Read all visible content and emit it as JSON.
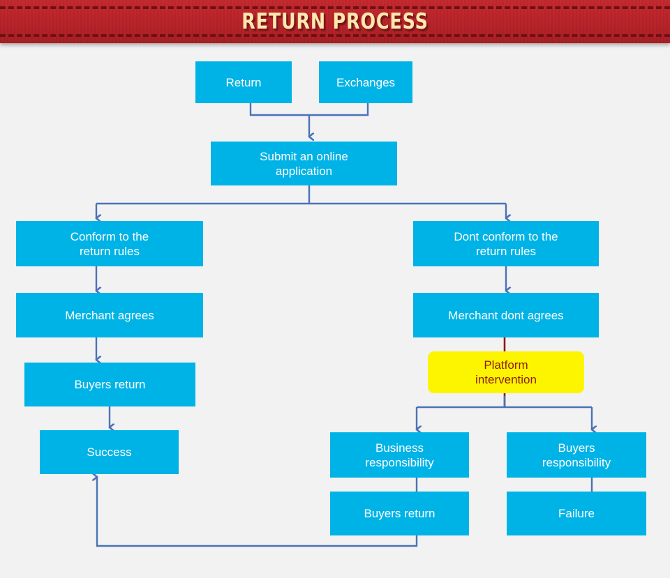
{
  "header": {
    "title": "RETURN PROCESS",
    "band_color": "#c1272d",
    "title_color": "#fde8ae"
  },
  "theme": {
    "background": "#f2f2f2",
    "node_fill": "#00b3e6",
    "node_text": "#ffffff",
    "highlight_fill": "#fdf500",
    "highlight_text": "#8c1a14",
    "connector": "#4a72b8",
    "highlight_connector": "#8c1a14"
  },
  "chart_data": {
    "type": "diagram",
    "title": "RETURN PROCESS",
    "nodes": [
      {
        "id": "return",
        "label": "Return",
        "style": "blue"
      },
      {
        "id": "exchanges",
        "label": "Exchanges",
        "style": "blue"
      },
      {
        "id": "submit",
        "label": "Submit an online application",
        "style": "blue"
      },
      {
        "id": "conform",
        "label": "Conform to the return rules",
        "style": "blue"
      },
      {
        "id": "dont-conform",
        "label": "Dont conform to the return rules",
        "style": "blue"
      },
      {
        "id": "merchant-agrees",
        "label": "Merchant agrees",
        "style": "blue"
      },
      {
        "id": "merchant-dont-agrees",
        "label": "Merchant dont agrees",
        "style": "blue"
      },
      {
        "id": "buyers-return-left",
        "label": "Buyers return",
        "style": "blue"
      },
      {
        "id": "success",
        "label": "Success",
        "style": "blue"
      },
      {
        "id": "platform",
        "label": "Platform intervention",
        "style": "yellow"
      },
      {
        "id": "business-resp",
        "label": "Business responsibility",
        "style": "blue"
      },
      {
        "id": "buyers-resp",
        "label": "Buyers responsibility",
        "style": "blue"
      },
      {
        "id": "buyers-return-right",
        "label": "Buyers return",
        "style": "blue"
      },
      {
        "id": "failure",
        "label": "Failure",
        "style": "blue"
      }
    ],
    "edges": [
      {
        "from": "return",
        "to": "submit"
      },
      {
        "from": "exchanges",
        "to": "submit"
      },
      {
        "from": "submit",
        "to": "conform"
      },
      {
        "from": "submit",
        "to": "dont-conform"
      },
      {
        "from": "conform",
        "to": "merchant-agrees"
      },
      {
        "from": "merchant-agrees",
        "to": "buyers-return-left"
      },
      {
        "from": "buyers-return-left",
        "to": "success"
      },
      {
        "from": "dont-conform",
        "to": "merchant-dont-agrees"
      },
      {
        "from": "merchant-dont-agrees",
        "to": "platform"
      },
      {
        "from": "platform",
        "to": "business-resp"
      },
      {
        "from": "platform",
        "to": "buyers-resp"
      },
      {
        "from": "business-resp",
        "to": "buyers-return-right"
      },
      {
        "from": "buyers-resp",
        "to": "failure"
      },
      {
        "from": "buyers-return-right",
        "to": "success"
      }
    ]
  },
  "nodes": {
    "return": "Return",
    "exchanges": "Exchanges",
    "submit_line1": "Submit an online",
    "submit_line2": "application",
    "conform_line1": "Conform to the",
    "conform_line2": "return rules",
    "dont_conform_line1": "Dont conform to the",
    "dont_conform_line2": "return rules",
    "merchant_agrees": "Merchant agrees",
    "merchant_dont_agrees": "Merchant dont agrees",
    "buyers_return_left": "Buyers return",
    "success": "Success",
    "platform_line1": "Platform",
    "platform_line2": "intervention",
    "business_resp_line1": "Business",
    "business_resp_line2": "responsibility",
    "buyers_resp_line1": "Buyers",
    "buyers_resp_line2": "responsibility",
    "buyers_return_right": "Buyers return",
    "failure": "Failure"
  }
}
